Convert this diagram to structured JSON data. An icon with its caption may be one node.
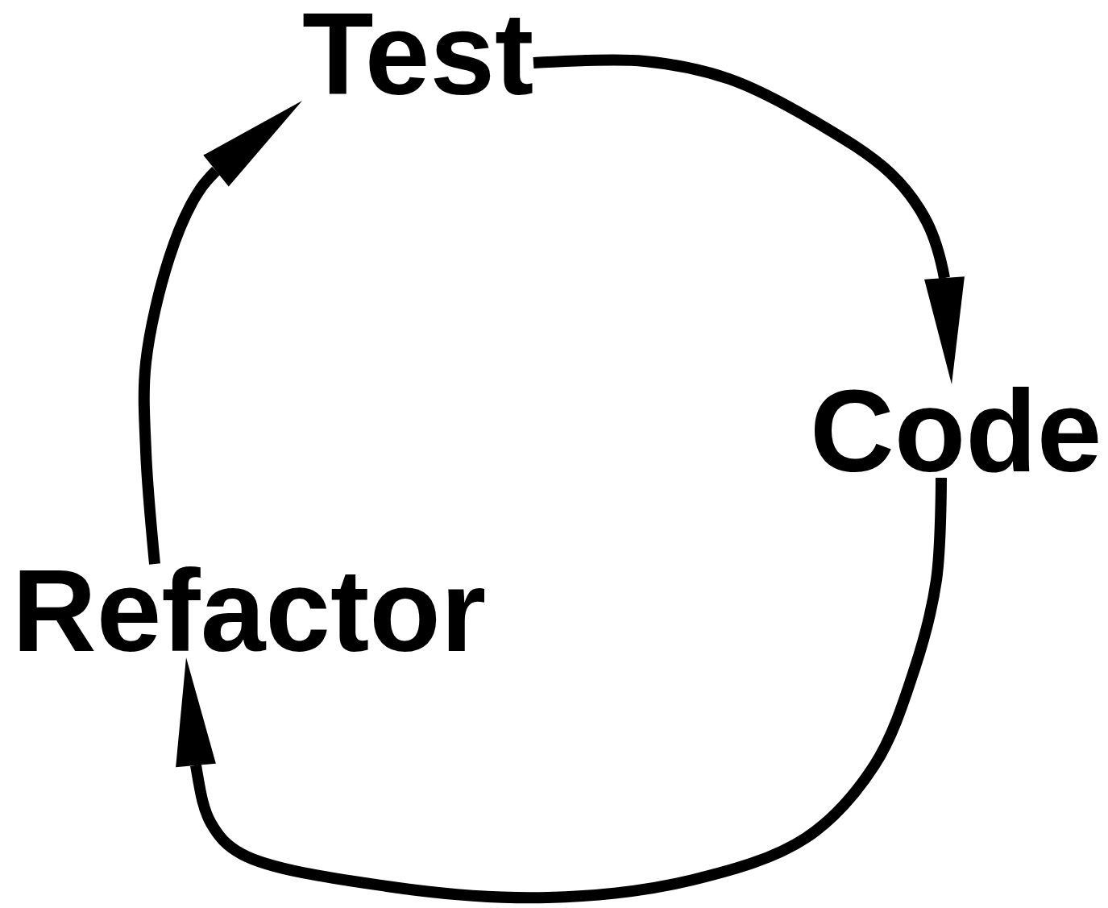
{
  "diagram": {
    "nodes": [
      {
        "text": [
          "Test"
        ]
      },
      {
        "text": [
          "Code"
        ]
      },
      {
        "text": [
          "Refactor"
        ]
      }
    ],
    "edges": [
      {
        "from": 0,
        "to": 1,
        "arrow": "to"
      },
      {
        "from": 1,
        "to": 2,
        "arrow": "to"
      },
      {
        "from": 2,
        "to": 0,
        "arrow": "to"
      }
    ]
  }
}
